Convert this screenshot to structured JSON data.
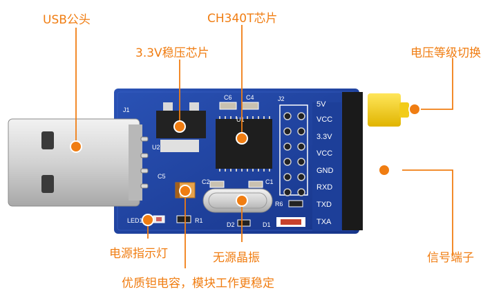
{
  "callouts": {
    "usb_plug": "USB公头",
    "ch340t_chip": "CH340T芯片",
    "regulator_chip": "3.3V稳压芯片",
    "voltage_switch": "电压等级切换",
    "power_led": "电源指示灯",
    "crystal": "无源晶振",
    "signal_header": "信号端子",
    "tantalum_capacitor": "优质钽电容，模块工作更稳定"
  },
  "board_silkscreen": {
    "j1": "J1",
    "u2": "U2",
    "c6": "C6",
    "c4": "C4",
    "u1": "U1",
    "j2": "J2",
    "c5": "C5",
    "c2": "C2",
    "c1": "C1",
    "r6": "R6",
    "d2": "D2",
    "d1": "D1",
    "led1": "LED1",
    "r1": "R1"
  },
  "pin_labels": [
    "5V",
    "VCC",
    "3.3V",
    "VCC",
    "GND",
    "RXD",
    "TXD",
    "TXA"
  ],
  "colors": {
    "callout": "#f07d12",
    "pcb": "#1d3f99",
    "jumper": "#f5d315"
  }
}
